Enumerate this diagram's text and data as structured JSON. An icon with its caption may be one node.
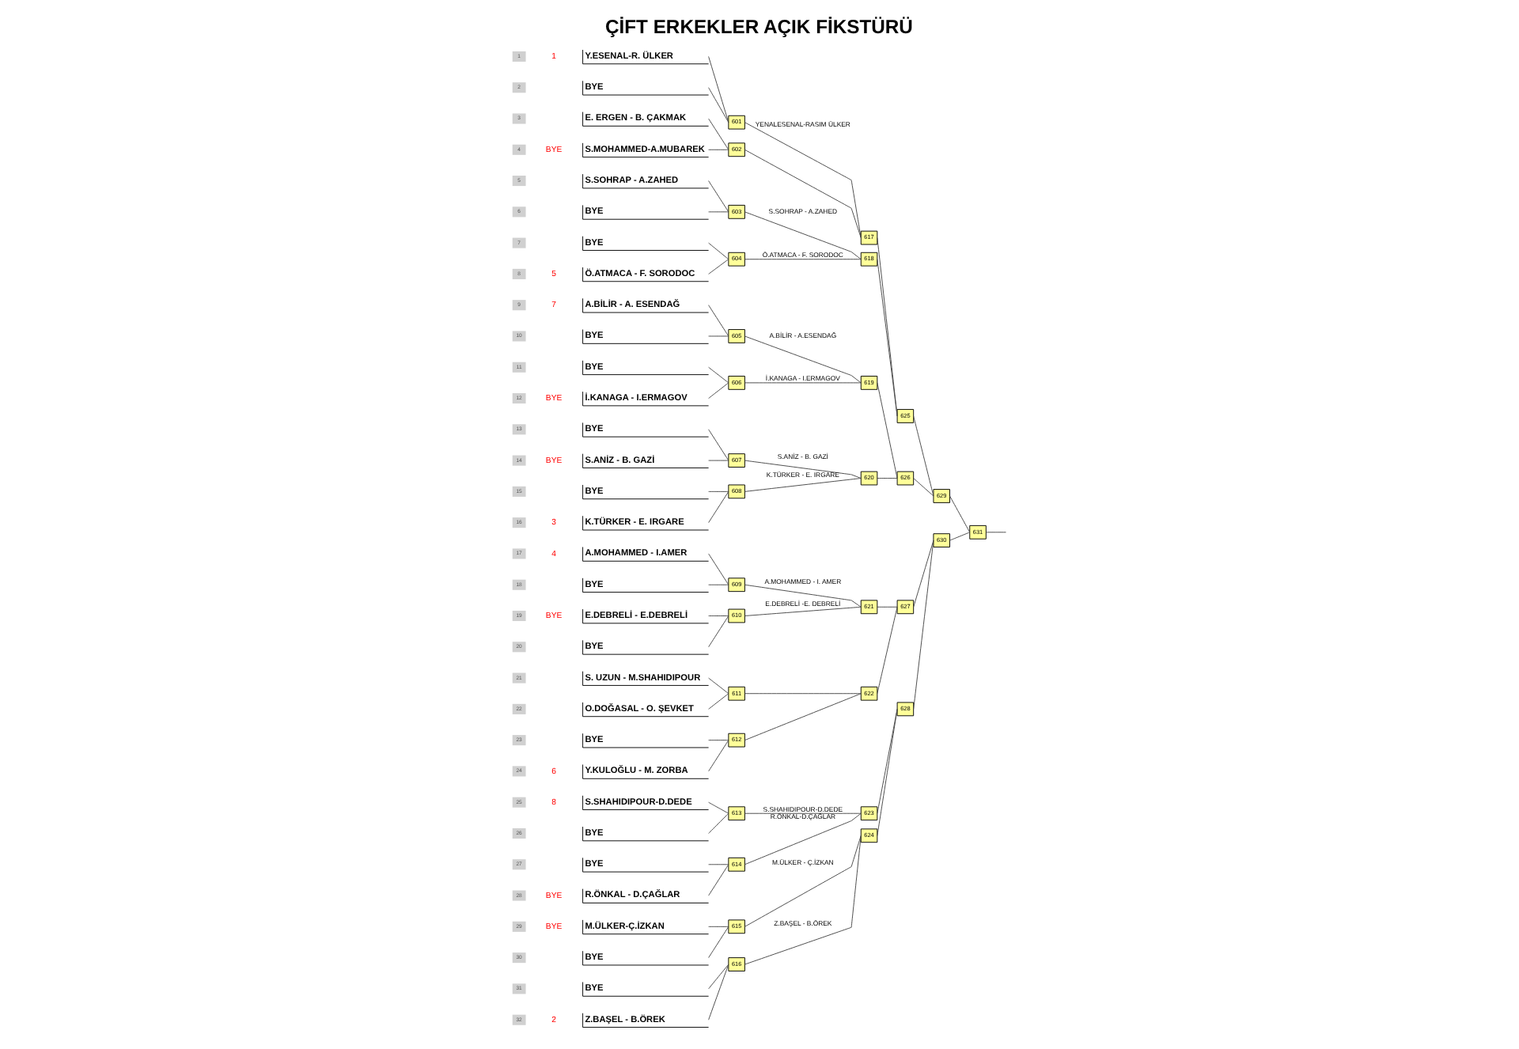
{
  "diagram": {
    "title": "ÇİFT ERKEKLER AÇIK FİKSTÜRÜ",
    "nodes": [
      {
        "text": [
          "Y.ESENAL-R. ÜLKER"
        ],
        "beside": [
          "1"
        ]
      },
      {
        "text": [
          "BYE"
        ]
      },
      {
        "text": [
          "E. ERGEN - B. ÇAKMAK"
        ]
      },
      {
        "text": [
          "S.MOHAMMED-A.MUBAREK"
        ],
        "beside": [
          "BYE"
        ]
      },
      {
        "text": [
          "S.SOHRAP - A.ZAHED"
        ]
      },
      {
        "text": [
          "BYE"
        ]
      },
      {
        "text": [
          "BYE"
        ]
      },
      {
        "text": [
          "Ö.ATMACA - F. SORODOC"
        ],
        "beside": [
          "5"
        ]
      },
      {
        "text": [
          "A.BİLİR - A. ESENDAĞ"
        ],
        "beside": [
          "7"
        ]
      },
      {
        "text": [
          "BYE"
        ]
      },
      {
        "text": [
          "BYE"
        ]
      },
      {
        "text": [
          "İ.KANAGA - I.ERMAGOV"
        ],
        "beside": [
          "BYE"
        ]
      },
      {
        "text": [
          "BYE"
        ]
      },
      {
        "text": [
          "S.ANİZ - B. GAZİ"
        ],
        "beside": [
          "BYE"
        ]
      },
      {
        "text": [
          "BYE"
        ]
      },
      {
        "text": [
          "K.TÜRKER - E. IRGARE"
        ],
        "beside": [
          "3"
        ]
      },
      {
        "text": [
          "A.MOHAMMED - I.AMER"
        ],
        "beside": [
          "4"
        ]
      },
      {
        "text": [
          "BYE"
        ]
      },
      {
        "text": [
          "E.DEBRELİ - E.DEBRELİ"
        ],
        "beside": [
          "BYE"
        ]
      },
      {
        "text": [
          "BYE"
        ]
      },
      {
        "text": [
          "S. UZUN - M.SHAHIDIPOUR"
        ]
      },
      {
        "text": [
          "O.DOĞASAL - O. ŞEVKET"
        ]
      },
      {
        "text": [
          "BYE"
        ]
      },
      {
        "text": [
          "Y.KULOĞLU - M. ZORBA"
        ],
        "beside": [
          "6"
        ]
      },
      {
        "text": [
          "S.SHAHIDIPOUR-D.DEDE"
        ],
        "beside": [
          "8"
        ]
      },
      {
        "text": [
          "BYE"
        ]
      },
      {
        "text": [
          "BYE"
        ]
      },
      {
        "text": [
          "R.ÖNKAL - D.ÇAĞLAR"
        ],
        "beside": [
          "BYE"
        ]
      },
      {
        "text": [
          "M.ÜLKER-Ç.İZKAN"
        ],
        "beside": [
          "BYE"
        ]
      },
      {
        "text": [
          "BYE"
        ]
      },
      {
        "text": [
          "BYE"
        ]
      },
      {
        "text": [
          "Z.BAŞEL - B.ÖREK"
        ],
        "beside": [
          "2"
        ]
      },
      {
        "text": [
          "601"
        ]
      },
      {
        "text": [
          "602"
        ]
      },
      {
        "text": [
          "603"
        ]
      },
      {
        "text": [
          "604"
        ]
      },
      {
        "text": [
          "605"
        ]
      },
      {
        "text": [
          "606"
        ]
      },
      {
        "text": [
          "607"
        ]
      },
      {
        "text": [
          "608"
        ]
      },
      {
        "text": [
          "609"
        ]
      },
      {
        "text": [
          "610"
        ]
      },
      {
        "text": [
          "611"
        ]
      },
      {
        "text": [
          "612"
        ]
      },
      {
        "text": [
          "613"
        ]
      },
      {
        "text": [
          "614"
        ]
      },
      {
        "text": [
          "615"
        ]
      },
      {
        "text": [
          "616"
        ]
      },
      {
        "text": [
          "617"
        ]
      },
      {
        "text": [
          "618"
        ]
      },
      {
        "text": [
          "619"
        ]
      },
      {
        "text": [
          "620"
        ]
      },
      {
        "text": [
          "621"
        ]
      },
      {
        "text": [
          "622"
        ]
      },
      {
        "text": [
          "623"
        ]
      },
      {
        "text": [
          "624"
        ]
      },
      {
        "text": [
          "625"
        ]
      },
      {
        "text": [
          "626"
        ]
      },
      {
        "text": [
          "627"
        ]
      },
      {
        "text": [
          "628"
        ]
      },
      {
        "text": [
          "629"
        ]
      },
      {
        "text": [
          "630"
        ]
      },
      {
        "text": [
          "631"
        ]
      }
    ],
    "edges": [
      {
        "from": 0,
        "to": 32,
        "arrow": "none"
      },
      {
        "from": 1,
        "to": 32,
        "arrow": "none"
      },
      {
        "from": 2,
        "to": 33,
        "arrow": "none"
      },
      {
        "from": 3,
        "to": 33,
        "arrow": "none"
      },
      {
        "from": 4,
        "to": 34,
        "arrow": "none"
      },
      {
        "from": 5,
        "to": 34,
        "arrow": "none"
      },
      {
        "from": 6,
        "to": 35,
        "arrow": "none"
      },
      {
        "from": 7,
        "to": 35,
        "arrow": "none"
      },
      {
        "from": 8,
        "to": 36,
        "arrow": "none"
      },
      {
        "from": 9,
        "to": 36,
        "arrow": "none"
      },
      {
        "from": 10,
        "to": 37,
        "arrow": "none"
      },
      {
        "from": 11,
        "to": 37,
        "arrow": "none"
      },
      {
        "from": 12,
        "to": 38,
        "arrow": "none"
      },
      {
        "from": 13,
        "to": 38,
        "arrow": "none"
      },
      {
        "from": 14,
        "to": 39,
        "arrow": "none"
      },
      {
        "from": 15,
        "to": 39,
        "arrow": "none"
      },
      {
        "from": 16,
        "to": 40,
        "arrow": "none"
      },
      {
        "from": 17,
        "to": 40,
        "arrow": "none"
      },
      {
        "from": 18,
        "to": 41,
        "arrow": "none"
      },
      {
        "from": 19,
        "to": 41,
        "arrow": "none"
      },
      {
        "from": 20,
        "to": 42,
        "arrow": "none"
      },
      {
        "from": 21,
        "to": 42,
        "arrow": "none"
      },
      {
        "from": 22,
        "to": 43,
        "arrow": "none"
      },
      {
        "from": 23,
        "to": 43,
        "arrow": "none"
      },
      {
        "from": 24,
        "to": 44,
        "arrow": "none"
      },
      {
        "from": 25,
        "to": 44,
        "arrow": "none"
      },
      {
        "from": 26,
        "to": 45,
        "arrow": "none"
      },
      {
        "from": 27,
        "to": 45,
        "arrow": "none"
      },
      {
        "from": 28,
        "to": 46,
        "arrow": "none"
      },
      {
        "from": 29,
        "to": 46,
        "arrow": "none"
      },
      {
        "from": 30,
        "to": 47,
        "arrow": "none"
      },
      {
        "from": 31,
        "to": 47,
        "arrow": "none"
      },
      {
        "from": 32,
        "to": 48,
        "arrow": "none",
        "label": "YENALESENAL-RASIM ÜLKER"
      },
      {
        "from": 33,
        "to": 48,
        "arrow": "none"
      },
      {
        "from": 34,
        "to": 49,
        "arrow": "none",
        "label": "S.SOHRAP - A.ZAHED"
      },
      {
        "from": 35,
        "to": 49,
        "arrow": "none",
        "label": "Ö.ATMACA - F. SORODOC"
      },
      {
        "from": 36,
        "to": 50,
        "arrow": "none",
        "label": "A.BİLİR - A.ESENDAĞ"
      },
      {
        "from": 37,
        "to": 50,
        "arrow": "none",
        "label": "İ.KANAGA - I.ERMAGOV"
      },
      {
        "from": 38,
        "to": 51,
        "arrow": "none",
        "label": "S.ANİZ - B. GAZİ"
      },
      {
        "from": 39,
        "to": 51,
        "arrow": "none",
        "label": "K.TÜRKER - E. IRGARE"
      },
      {
        "from": 40,
        "to": 52,
        "arrow": "none",
        "label": "A.MOHAMMED - I. AMER"
      },
      {
        "from": 41,
        "to": 52,
        "arrow": "none",
        "label": "E.DEBRELİ -E. DEBRELİ"
      },
      {
        "from": 42,
        "to": 53,
        "arrow": "none"
      },
      {
        "from": 43,
        "to": 53,
        "arrow": "none"
      },
      {
        "from": 44,
        "to": 54,
        "arrow": "none",
        "label": "S.SHAHIDIPOUR-D.DEDE"
      },
      {
        "from": 45,
        "to": 54,
        "arrow": "none",
        "label": "R.ÖNKAL-D.ÇAĞLAR"
      },
      {
        "from": 46,
        "to": 55,
        "arrow": "none",
        "label": "M.ÜLKER - Ç.İZKAN"
      },
      {
        "from": 47,
        "to": 55,
        "arrow": "none",
        "label": "Z.BAŞEL - B.ÖREK"
      },
      {
        "from": 48,
        "to": 56,
        "arrow": "none"
      },
      {
        "from": 49,
        "to": 56,
        "arrow": "none"
      },
      {
        "from": 50,
        "to": 57,
        "arrow": "none"
      },
      {
        "from": 51,
        "to": 57,
        "arrow": "none"
      },
      {
        "from": 52,
        "to": 58,
        "arrow": "none"
      },
      {
        "from": 53,
        "to": 58,
        "arrow": "none"
      },
      {
        "from": 54,
        "to": 59,
        "arrow": "none"
      },
      {
        "from": 55,
        "to": 59,
        "arrow": "none"
      },
      {
        "from": 56,
        "to": 60,
        "arrow": "none"
      },
      {
        "from": 57,
        "to": 60,
        "arrow": "none"
      },
      {
        "from": 58,
        "to": 61,
        "arrow": "none"
      },
      {
        "from": 59,
        "to": 61,
        "arrow": "none"
      },
      {
        "from": 60,
        "to": 62,
        "arrow": "none"
      },
      {
        "from": 61,
        "to": 62,
        "arrow": "none"
      },
      {
        "from": 62,
        "to": null,
        "arrow": "none"
      }
    ],
    "labels": [
      "1",
      "2",
      "3",
      "4",
      "5",
      "6",
      "7",
      "8",
      "9",
      "10",
      "11",
      "12",
      "13",
      "14",
      "15",
      "16",
      "17",
      "18",
      "19",
      "20",
      "21",
      "22",
      "23",
      "24",
      "25",
      "26",
      "27",
      "28",
      "29",
      "30",
      "31",
      "32"
    ]
  }
}
